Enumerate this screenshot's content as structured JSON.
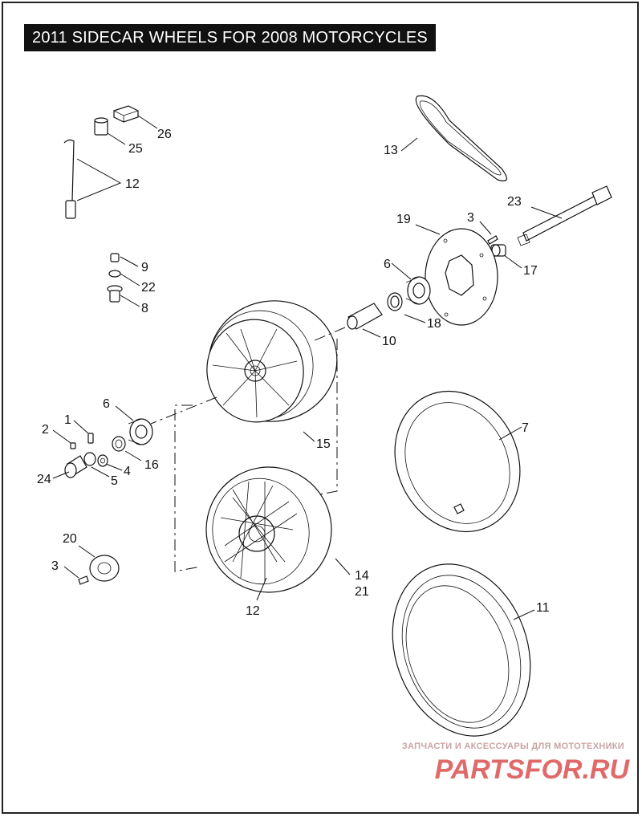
{
  "title": "2011 SIDECAR WHEELS FOR 2008 MOTORCYCLES",
  "labels": {
    "l1": "1",
    "l2": "2",
    "l3a": "3",
    "l3b": "3",
    "l4": "4",
    "l5": "5",
    "l6a": "6",
    "l6b": "6",
    "l7": "7",
    "l8": "8",
    "l9": "9",
    "l10": "10",
    "l11": "11",
    "l12a": "12",
    "l12b": "12",
    "l13": "13",
    "l14": "14",
    "l15": "15",
    "l16": "16",
    "l17": "17",
    "l18": "18",
    "l19": "19",
    "l20": "20",
    "l21": "21",
    "l22": "22",
    "l23": "23",
    "l24": "24",
    "l25": "25",
    "l26": "26"
  },
  "watermark": {
    "tagline": "ЗАПЧАСТИ И АКСЕССУАРЫ ДЛЯ МОТОТЕХНИКИ",
    "logo_text": "PARTSFOR.RU",
    "logo_color": "#e06a6a",
    "tagline_color": "#c9a3a3"
  }
}
